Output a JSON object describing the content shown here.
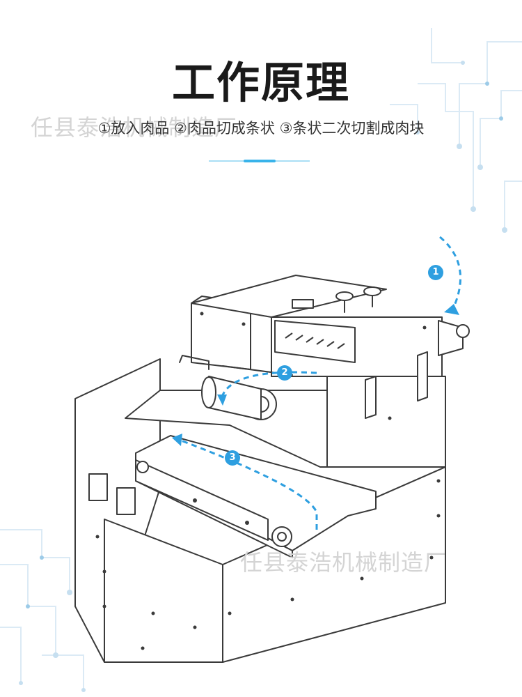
{
  "header": {
    "title": "工作原理",
    "subtitle": "①放入肉品 ②肉品切成条状 ③条状二次切割成肉块"
  },
  "watermark": {
    "text": "任县泰浩机械制造厂"
  },
  "steps": [
    {
      "number": "1"
    },
    {
      "number": "2"
    },
    {
      "number": "3"
    }
  ],
  "colors": {
    "accent": "#2e9fe0",
    "divider_light": "#a9def5",
    "divider_dark": "#38b3ea",
    "line": "#3a3a3a",
    "title": "#1a1a1a"
  },
  "icons": {
    "step_arrow": "dashed-arrow-icon",
    "circuit_decor": "circuit-pattern-icon"
  }
}
